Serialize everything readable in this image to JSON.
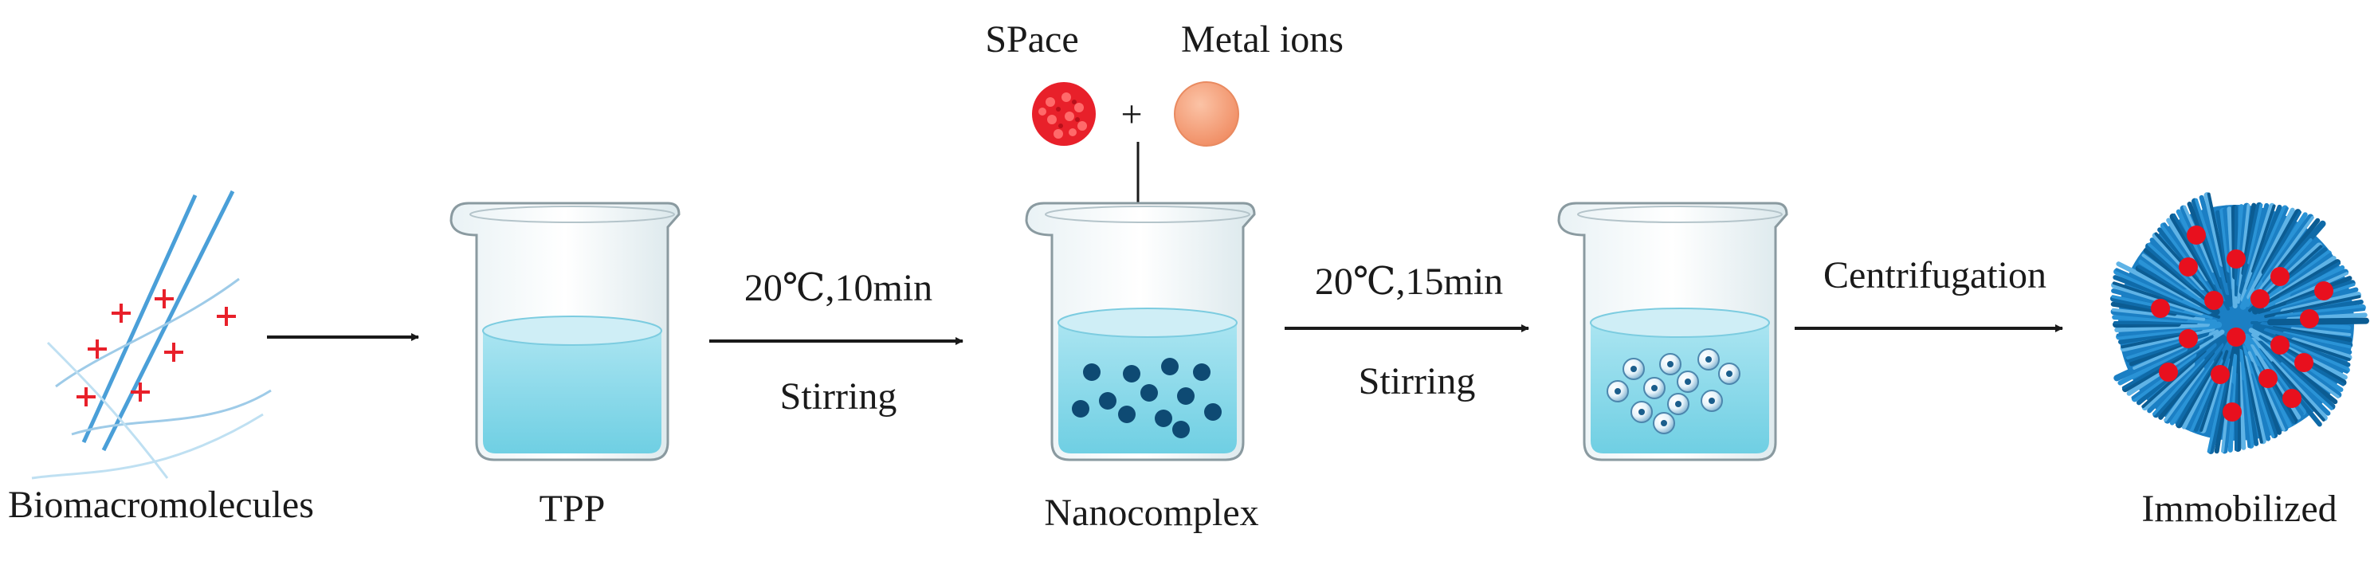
{
  "labels": {
    "biomacromolecules": "Biomacromolecules",
    "tpp": "TPP",
    "nanocomplex": "Nanocomplex",
    "immobilized": "Immobilized",
    "space": "SPace",
    "metal_ions": "Metal ions",
    "plus": "+"
  },
  "steps": {
    "step1_condition": "20℃,10min",
    "step1_process": "Stirring",
    "step2_condition": "20℃,15min",
    "step2_process": "Stirring",
    "step3_process": "Centrifugation"
  },
  "colors": {
    "line_blue": "#4a9fd8",
    "solution_top": "#cfeef6",
    "solution_body": "#7fd6e8",
    "dark_particle": "#0e4a73",
    "space_red": "#e8202a",
    "metal_ion": "#f6a07a",
    "immobilized_blue": "#1b7fc4",
    "red_dot": "#e8101e",
    "arrow": "#1a1a1a"
  }
}
